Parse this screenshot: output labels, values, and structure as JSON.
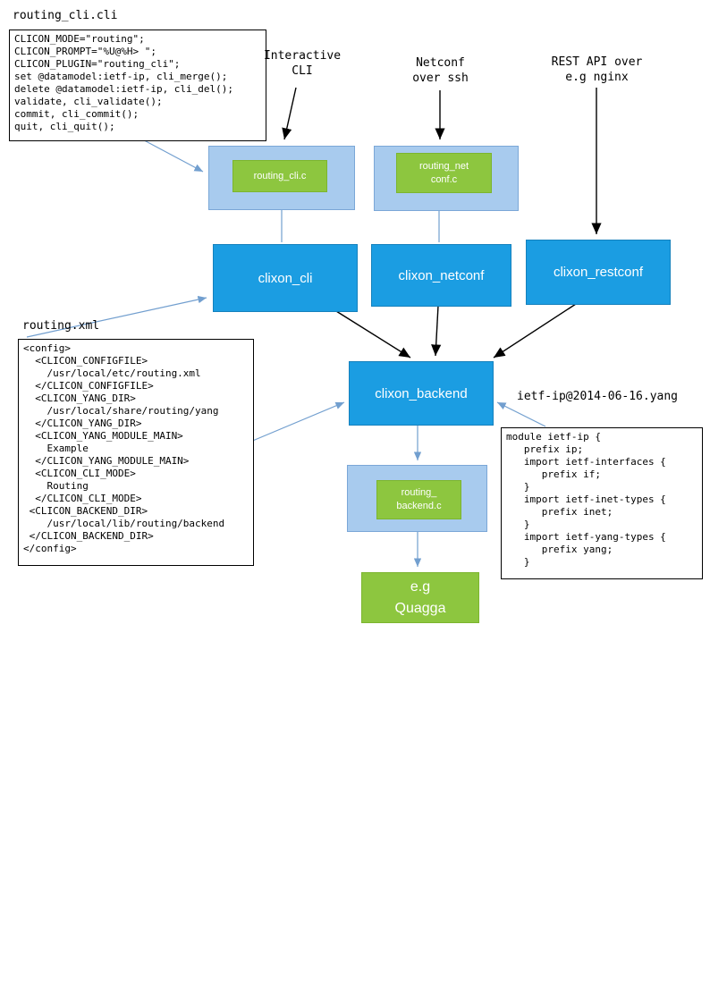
{
  "colors": {
    "node_blue": "#1b9de2",
    "container_blue": "#a8cbee",
    "green": "#8dc63f",
    "connector_blue": "#729fcf",
    "connector_black": "#000000"
  },
  "annotations": {
    "interactive_cli": "Interactive\nCLI",
    "netconf_over_ssh": "Netconf\nover ssh",
    "rest_api_nginx": "REST API over\ne.g nginx"
  },
  "files": {
    "routing_cli_cli": {
      "title": "routing_cli.cli",
      "code": "CLICON_MODE=\"routing\";\nCLICON_PROMPT=\"%U@%H> \";\nCLICON_PLUGIN=\"routing_cli\";\nset @datamodel:ietf-ip, cli_merge();\ndelete @datamodel:ietf-ip, cli_del();\nvalidate, cli_validate();\ncommit, cli_commit();\nquit, cli_quit();"
    },
    "routing_xml": {
      "title": "routing.xml",
      "code": "<config>\n  <CLICON_CONFIGFILE>\n    /usr/local/etc/routing.xml\n  </CLICON_CONFIGFILE>\n  <CLICON_YANG_DIR>\n    /usr/local/share/routing/yang\n  </CLICON_YANG_DIR>\n  <CLICON_YANG_MODULE_MAIN>\n    Example\n  </CLICON_YANG_MODULE_MAIN>\n  <CLICON_CLI_MODE>\n    Routing\n  </CLICON_CLI_MODE>\n <CLICON_BACKEND_DIR>\n    /usr/local/lib/routing/backend\n </CLICON_BACKEND_DIR>\n</config>"
    },
    "ietf_yang": {
      "title": "ietf-ip@2014-06-16.yang",
      "code": "module ietf-ip {\n   prefix ip;\n   import ietf-interfaces {\n      prefix if;\n   }\n   import ietf-inet-types {\n      prefix inet;\n   }\n   import ietf-yang-types {\n      prefix yang;\n   }"
    }
  },
  "nodes": {
    "routing_cli_c": "routing_cli.c",
    "routing_netconf_c": "routing_net\nconf.c",
    "clixon_cli": "clixon_cli",
    "clixon_netconf": "clixon_netconf",
    "clixon_restconf": "clixon_restconf",
    "clixon_backend": "clixon_backend",
    "routing_backend_c": "routing_\nbackend.c",
    "quagga": "e.g\nQuagga"
  }
}
